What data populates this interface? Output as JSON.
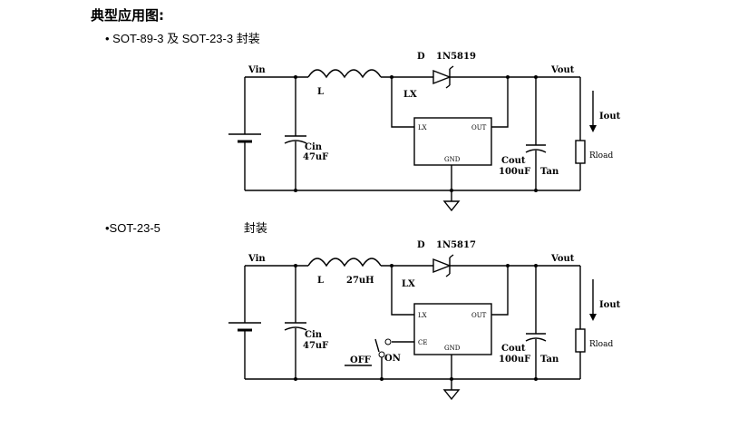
{
  "heading": "典型应用图:",
  "variants": [
    {
      "bullet": "• SOT-89-3 及 SOT-23-3 封装",
      "package": "SOT-89-3 及 SOT-23-3",
      "suffix": "封装"
    },
    {
      "bullet": "•SOT-23-5",
      "package": "SOT-23-5",
      "suffix": "封装"
    }
  ],
  "circuit1": {
    "vin": "Vin",
    "vout": "Vout",
    "inductor": "L",
    "lx_node": "LX",
    "diode_ref": "D",
    "diode_part": "1N5819",
    "cin_name": "Cin",
    "cin_value": "47uF",
    "cout_name": "Cout",
    "cout_value": "100uF",
    "cout_type": "Tan",
    "iout": "Iout",
    "rload": "Rload",
    "ic_pins": {
      "lx": "LX",
      "out": "OUT",
      "gnd": "GND"
    }
  },
  "circuit2": {
    "vin": "Vin",
    "vout": "Vout",
    "inductor": "L",
    "inductor_value": "27uH",
    "lx_node": "LX",
    "diode_ref": "D",
    "diode_part": "1N5817",
    "cin_name": "Cin",
    "cin_value": "47uF",
    "cout_name": "Cout",
    "cout_value": "100uF",
    "cout_type": "Tan",
    "iout": "Iout",
    "rload": "Rload",
    "switch_off": "OFF",
    "switch_on": "ON",
    "ic_pins": {
      "lx": "LX",
      "out": "OUT",
      "ce": "CE",
      "gnd": "GND"
    }
  }
}
